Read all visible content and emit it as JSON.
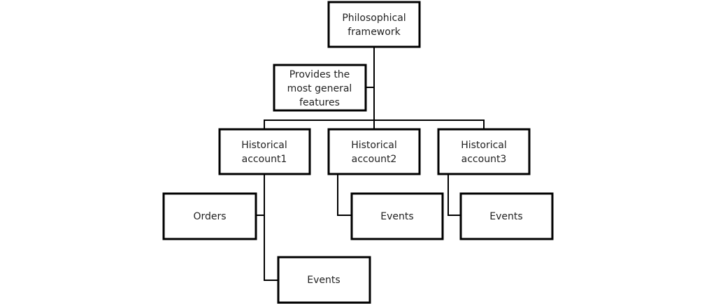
{
  "nodes": {
    "root": [
      "Philosophical",
      "framework"
    ],
    "features": [
      "Provides the",
      "most general",
      "features"
    ],
    "account1": [
      "Historical",
      "account1"
    ],
    "account2": [
      "Historical",
      "account2"
    ],
    "account3": [
      "Historical",
      "account3"
    ],
    "orders1": "Orders",
    "events1": "Events",
    "events2": "Events",
    "events3": "Events"
  }
}
